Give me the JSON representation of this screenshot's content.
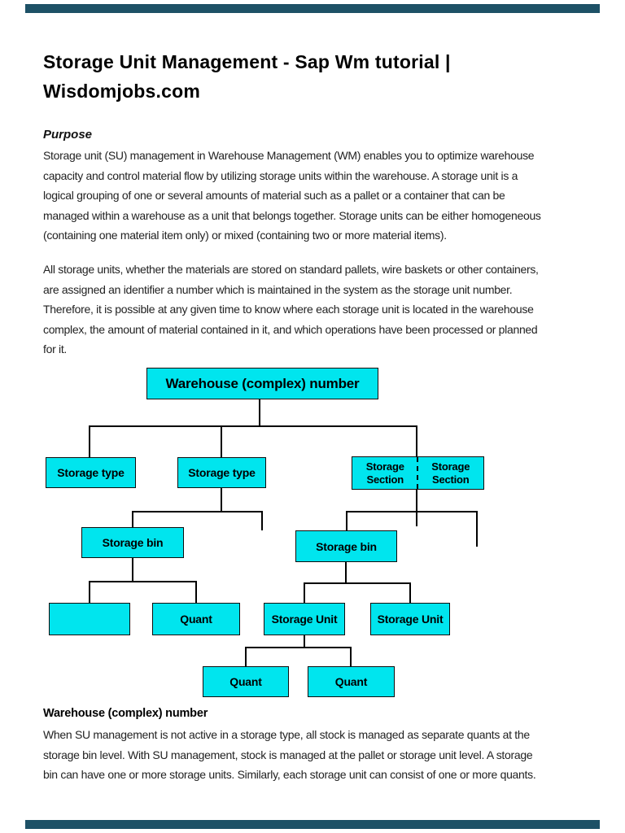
{
  "colors": {
    "bar-color": "#1d5166",
    "node-fill": "#00e5ee",
    "line-color": "#000000"
  },
  "document": {
    "title": "Storage Unit Management - Sap Wm tutorial |\nWisdomjobs.com",
    "purpose_heading": "Purpose",
    "paragraph_1": "Storage unit (SU) management in Warehouse Management (WM) enables you to optimize warehouse\ncapacity and control material flow by utilizing storage units within the warehouse. A storage unit is a\nlogical grouping of one or several amounts of material such as a pallet or a container that can be\nmanaged within a warehouse as a unit that belongs together. Storage units can be either homogeneous\n(containing one material item only) or mixed (containing two or more material items).",
    "paragraph_2": "All storage units, whether the materials are stored on standard pallets, wire baskets or other containers,\nare assigned an identifier a number which is maintained in the system as the storage unit number.\nTherefore, it is possible at any given time to know where each storage unit is located in the warehouse\ncomplex, the amount of material contained in it, and which operations have been processed or planned\nfor it.",
    "section_2_heading": "Warehouse (complex) number",
    "paragraph_3": "When SU management is not active in a storage type, all stock is managed as separate quants at the\nstorage bin level. With SU management, stock is managed at the pallet or storage unit level. A storage\nbin can have one or more storage units. Similarly, each storage unit can consist of one or more quants."
  },
  "diagram": {
    "nodes": {
      "warehouse": "Warehouse (complex) number",
      "storage_type_1": "Storage type",
      "storage_type_2": "Storage type",
      "storage_section_1": "Storage Section",
      "storage_section_2": "Storage Section",
      "storage_bin_1": "Storage bin",
      "storage_bin_2": "Storage bin",
      "blank": "",
      "quant_1": "Quant",
      "storage_unit_1": "Storage Unit",
      "storage_unit_2": "Storage Unit",
      "quant_2": "Quant",
      "quant_3": "Quant"
    }
  }
}
